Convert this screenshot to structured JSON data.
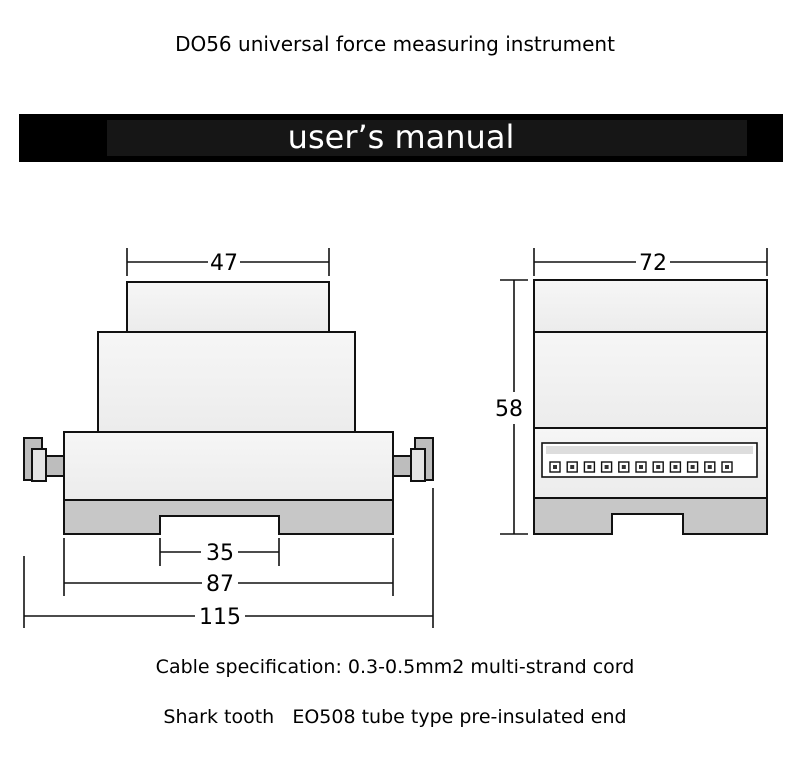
{
  "header": {
    "title": "DO56 universal force measuring instrument",
    "banner": "user’s manual"
  },
  "front_view": {
    "dimensions": {
      "top_width": "47",
      "base_gap": "35",
      "body_width": "87",
      "total_width": "115"
    }
  },
  "side_view": {
    "dimensions": {
      "width": "72",
      "height": "58"
    },
    "terminal_count": 11
  },
  "footer": {
    "cable_spec": "Cable specification: 0.3-0.5mm2 multi-strand cord",
    "terminal_spec": "Shark tooth   EO508 tube type pre-insulated end"
  }
}
